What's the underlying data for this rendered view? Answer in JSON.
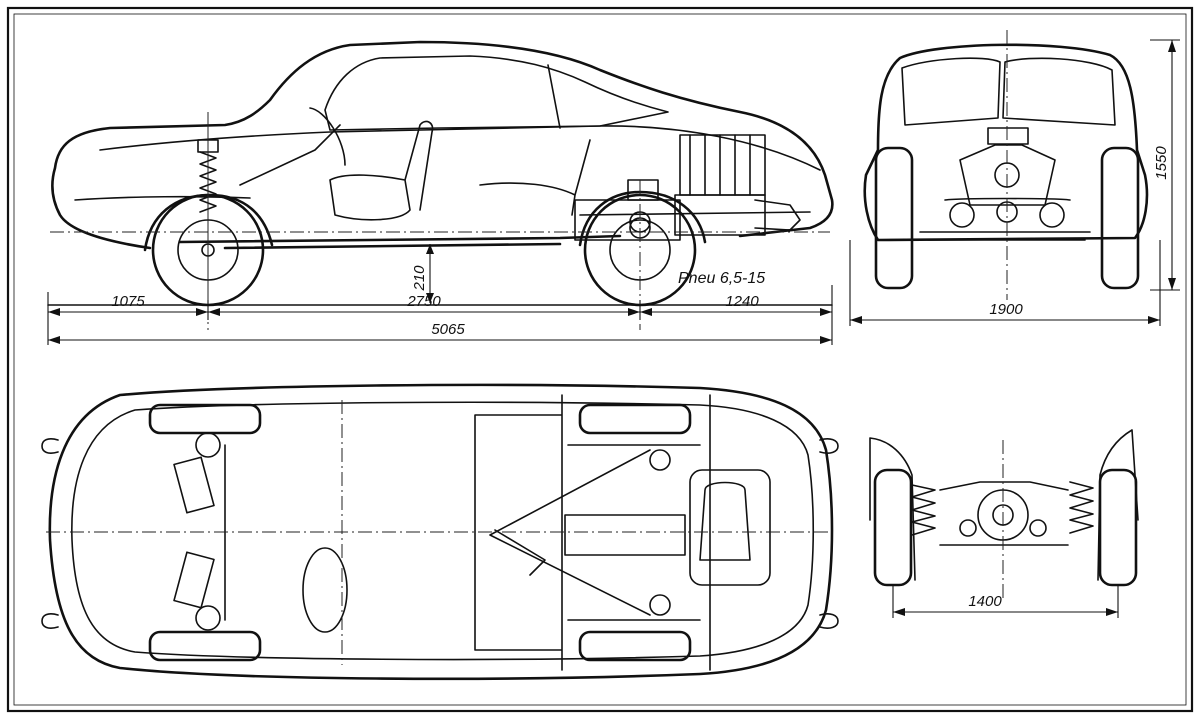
{
  "side_view": {
    "tire_label": "Pneu 6,5-15",
    "ground_clearance": "210",
    "front_overhang": "1075",
    "wheelbase": "2750",
    "rear_overhang": "1240",
    "overall_length": "5065"
  },
  "front_view": {
    "height": "1550",
    "width": "1900"
  },
  "rear_suspension_view": {
    "track": "1400"
  }
}
